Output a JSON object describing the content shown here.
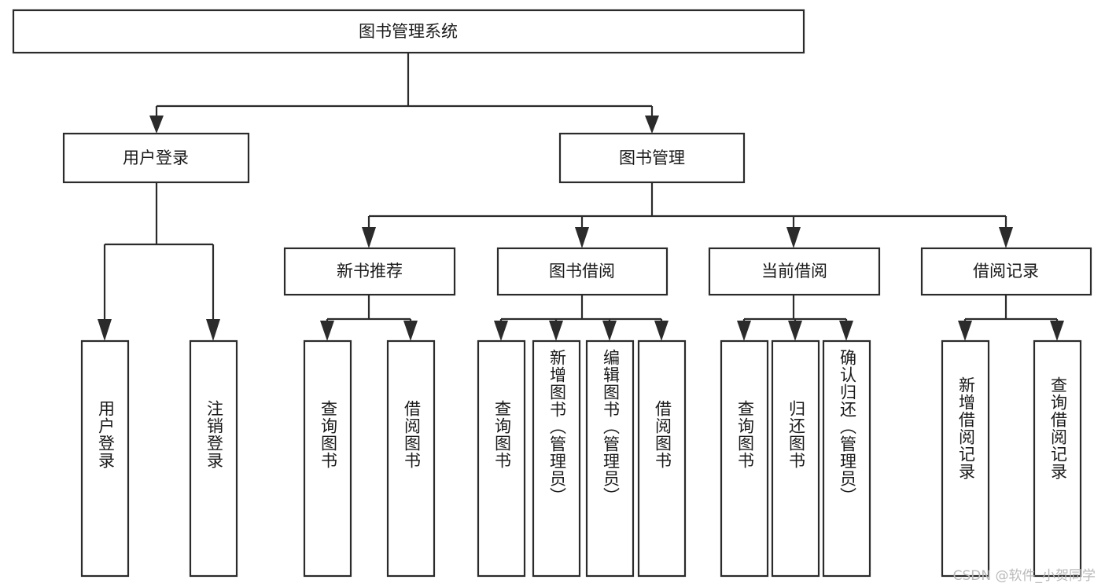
{
  "diagram": {
    "type": "tree-hierarchy",
    "orientation": "top-down",
    "root": {
      "id": "root",
      "label": "图书管理系统"
    },
    "level2": [
      {
        "id": "user-login",
        "label": "用户登录"
      },
      {
        "id": "book-manage",
        "label": "图书管理"
      }
    ],
    "level3": [
      {
        "id": "new-book-rec",
        "label": "新书推荐",
        "parent": "book-manage"
      },
      {
        "id": "book-borrow",
        "label": "图书借阅",
        "parent": "book-manage"
      },
      {
        "id": "current-borrow",
        "label": "当前借阅",
        "parent": "book-manage"
      },
      {
        "id": "borrow-record",
        "label": "借阅记录",
        "parent": "book-manage"
      }
    ],
    "leaves": [
      {
        "id": "leaf-user-login",
        "label": "用户登录",
        "parent": "user-login"
      },
      {
        "id": "leaf-user-logout",
        "label": "注销登录",
        "parent": "user-login"
      },
      {
        "id": "leaf-query-book-1",
        "label": "查询图书",
        "parent": "new-book-rec"
      },
      {
        "id": "leaf-borrow-book-1",
        "label": "借阅图书",
        "parent": "new-book-rec"
      },
      {
        "id": "leaf-query-book-2",
        "label": "查询图书",
        "parent": "book-borrow"
      },
      {
        "id": "leaf-add-book",
        "label": "新增图书（管理员）",
        "parent": "book-borrow"
      },
      {
        "id": "leaf-edit-book",
        "label": "编辑图书（管理员）",
        "parent": "book-borrow"
      },
      {
        "id": "leaf-borrow-book-2",
        "label": "借阅图书",
        "parent": "book-borrow"
      },
      {
        "id": "leaf-query-book-3",
        "label": "查询图书",
        "parent": "current-borrow"
      },
      {
        "id": "leaf-return-book",
        "label": "归还图书",
        "parent": "current-borrow"
      },
      {
        "id": "leaf-confirm-return",
        "label": "确认归还（管理员）",
        "parent": "current-borrow"
      },
      {
        "id": "leaf-add-record",
        "label": "新增借阅记录",
        "parent": "borrow-record"
      },
      {
        "id": "leaf-query-record",
        "label": "查询借阅记录",
        "parent": "borrow-record"
      }
    ],
    "colors": {
      "stroke": "#2b2b2b",
      "fill": "#ffffff",
      "text": "#1a1a1a",
      "watermark": "#b9b9b9"
    }
  },
  "watermark": {
    "text": "CSDN @软件_小贺同学"
  }
}
